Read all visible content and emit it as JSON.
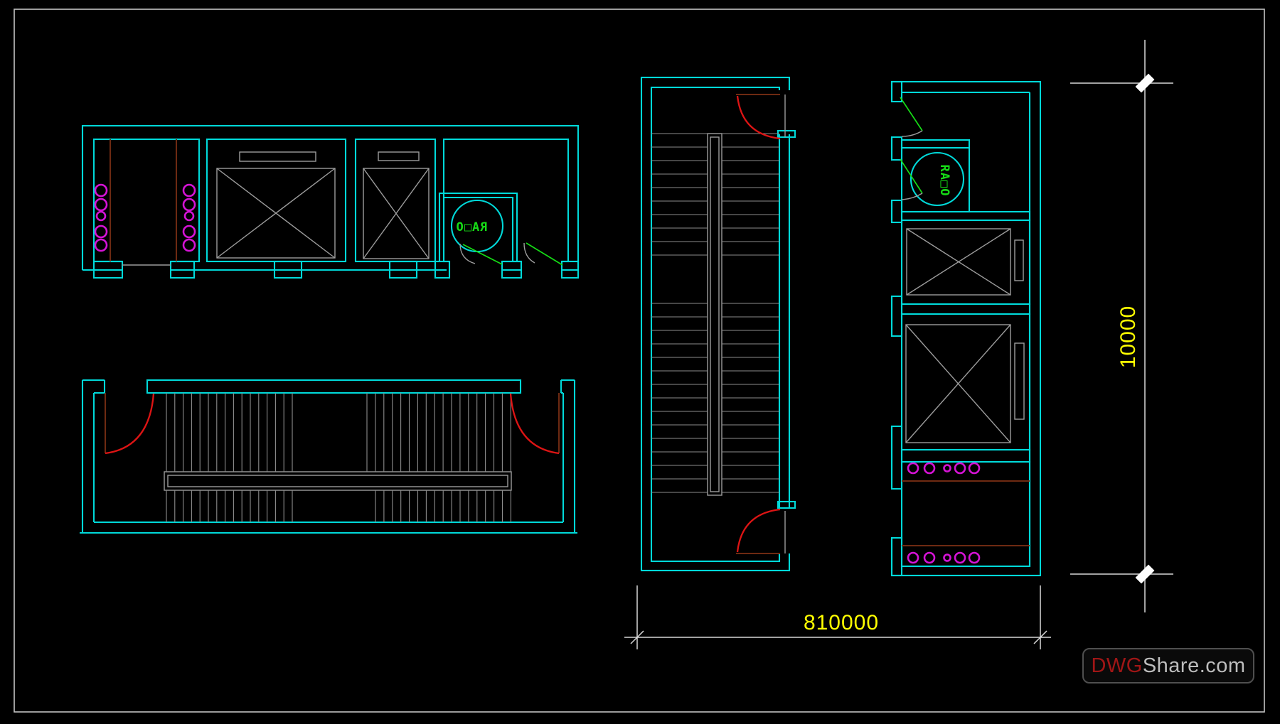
{
  "drawing": {
    "background": "#000000",
    "labels": {
      "shaft_label_mirrored": "RA□O",
      "shaft_label_rotated": "RA□O"
    },
    "dimensions": {
      "vertical_value": "10000",
      "horizontal_value": "810000"
    },
    "watermark": {
      "brand_prefix": "DWG",
      "brand_suffix": "Share.com"
    },
    "colors": {
      "wall": "#00d9d9",
      "detail-gray": "#9c9c9c",
      "tread-gray": "#8d8d8d",
      "dimension-gray": "#d8d8d8",
      "magenta": "#d513d5",
      "green": "#16dd16",
      "red": "#dd1414",
      "dark-red": "#6e2a12",
      "dim-text-yellow": "#ffff00",
      "frame-gray": "#c4c4c4",
      "logo-red": "#a01616",
      "logo-gray": "#bdbdbd",
      "logo-border": "#4f4f4f"
    }
  }
}
